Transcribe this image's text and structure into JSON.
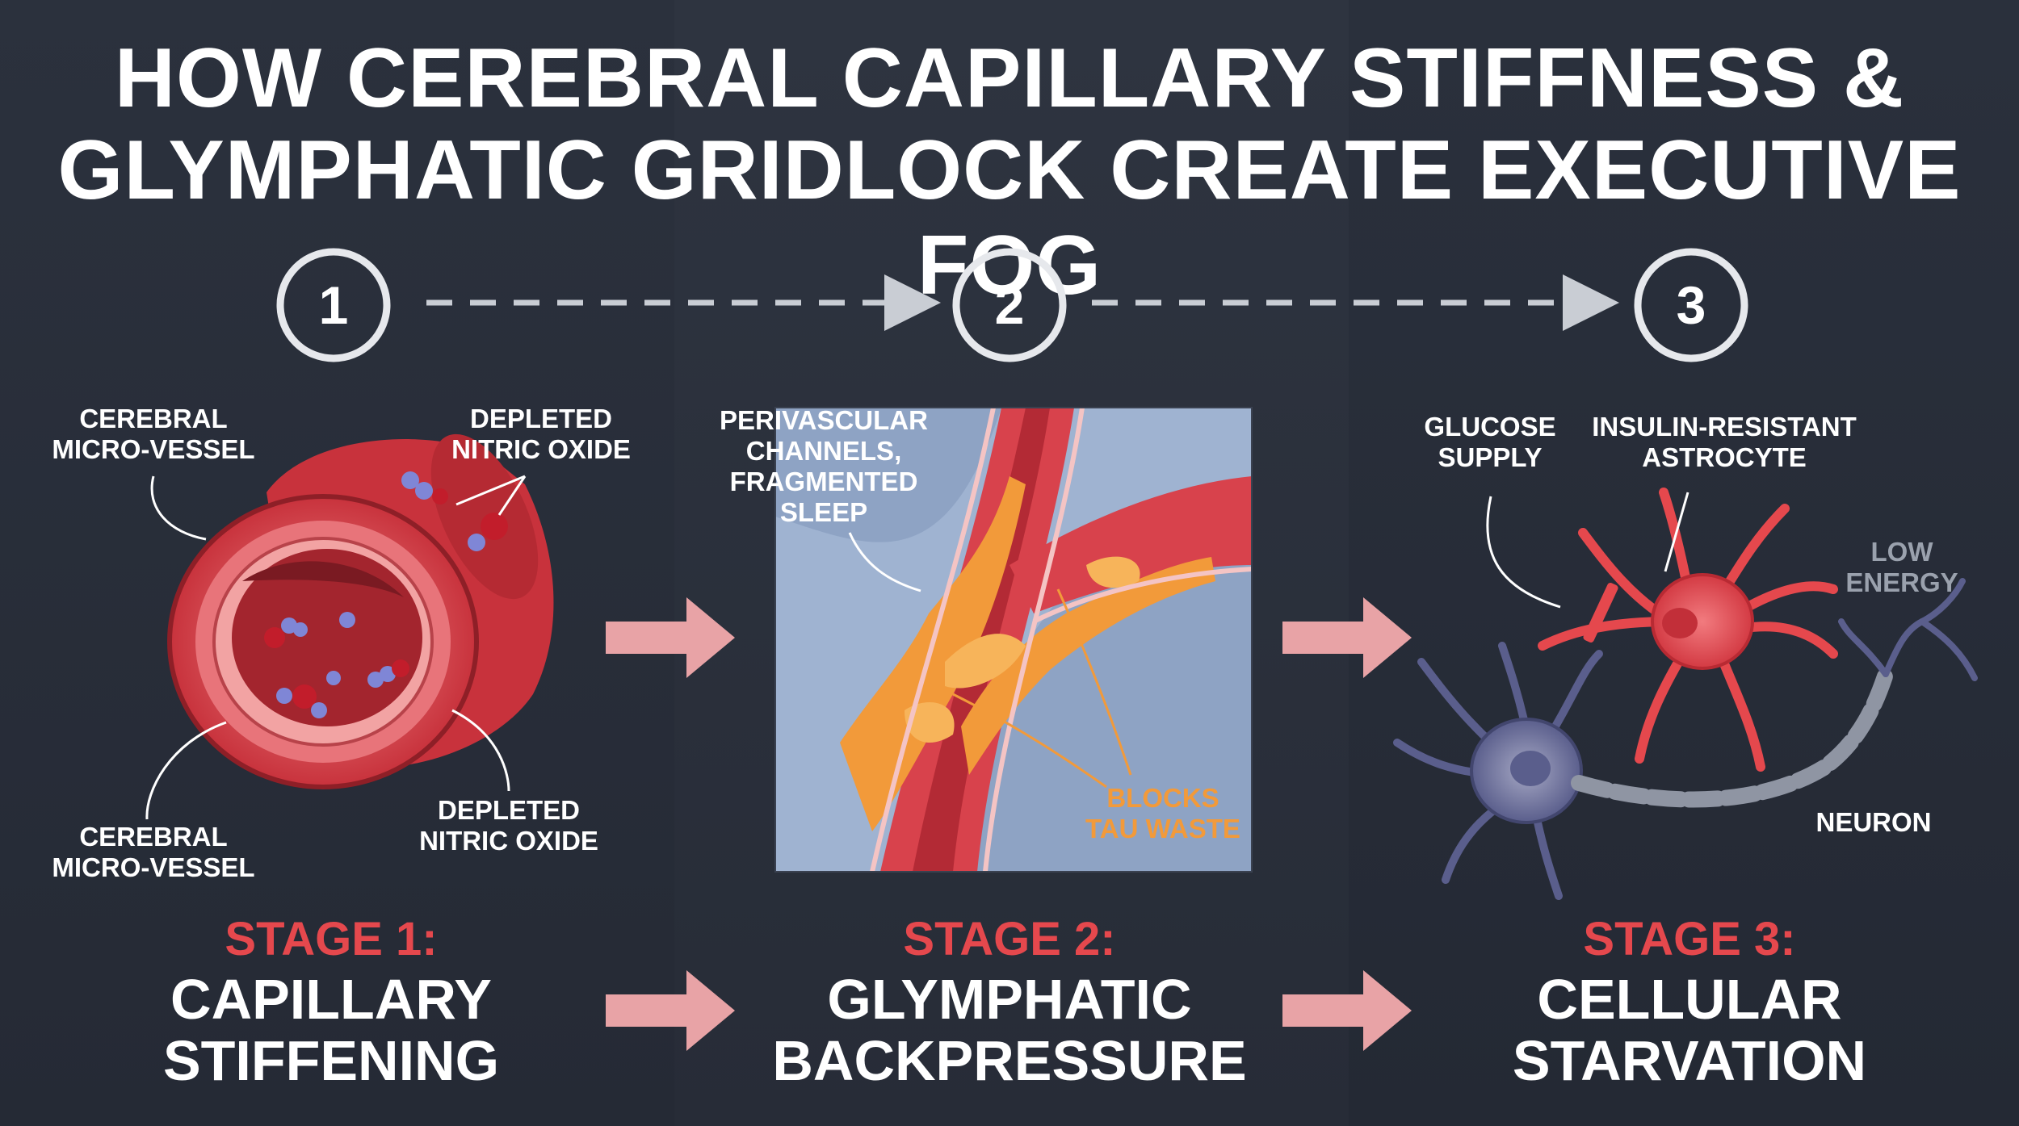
{
  "title": {
    "line1": "HOW CEREBRAL CAPILLARY STIFFNESS &",
    "line2": "GLYMPHATIC GRIDLOCK CREATE EXECUTIVE FOG"
  },
  "steps": [
    "1",
    "2",
    "3"
  ],
  "stage1": {
    "number": "STAGE 1:",
    "name_line1": "CAPILLARY",
    "name_line2": "STIFFENING",
    "labels": {
      "vessel_top_1": "CEREBRAL",
      "vessel_top_2": "MICRO-VESSEL",
      "no_top_1": "DEPLETED",
      "no_top_2": "NITRIC OXIDE",
      "vessel_bottom_1": "CEREBRAL",
      "vessel_bottom_2": "MICRO-VESSEL",
      "no_bottom_1": "DEPLETED",
      "no_bottom_2": "NITRIC OXIDE"
    }
  },
  "stage2": {
    "number": "STAGE 2:",
    "name_line1": "GLYMPHATIC",
    "name_line2": "BACKPRESSURE",
    "labels": {
      "channels_1": "PERIVASCULAR",
      "channels_2": "CHANNELS,",
      "channels_3": "FRAGMENTED",
      "channels_4": "SLEEP",
      "blocks_1": "BLOCKS",
      "blocks_2": "TAU WASTE"
    }
  },
  "stage3": {
    "number": "STAGE 3:",
    "name_line1": "CELLULAR",
    "name_line2": "STARVATION",
    "labels": {
      "glucose_1": "GLUCOSE",
      "glucose_2": "SUPPLY",
      "astro_1": "INSULIN-RESISTANT",
      "astro_2": "ASTROCYTE",
      "energy_1": "LOW",
      "energy_2": "ENERGY",
      "neuron": "NEURON"
    }
  },
  "colors": {
    "background": "#262c38",
    "stage_accent": "#e5484d",
    "arrow": "#e8a3a6",
    "vessel_red": "#d63c46",
    "tau_orange": "#f29a3a",
    "neuron_purple": "#5a5e8c"
  }
}
